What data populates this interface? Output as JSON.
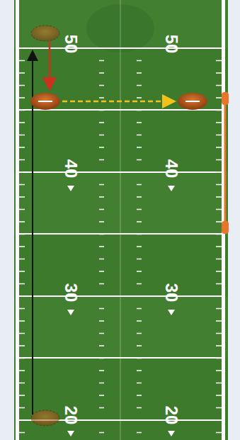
{
  "diagram": {
    "labels": [
      "50",
      "50",
      "40",
      "40",
      "30",
      "30",
      "20",
      "20"
    ]
  }
}
